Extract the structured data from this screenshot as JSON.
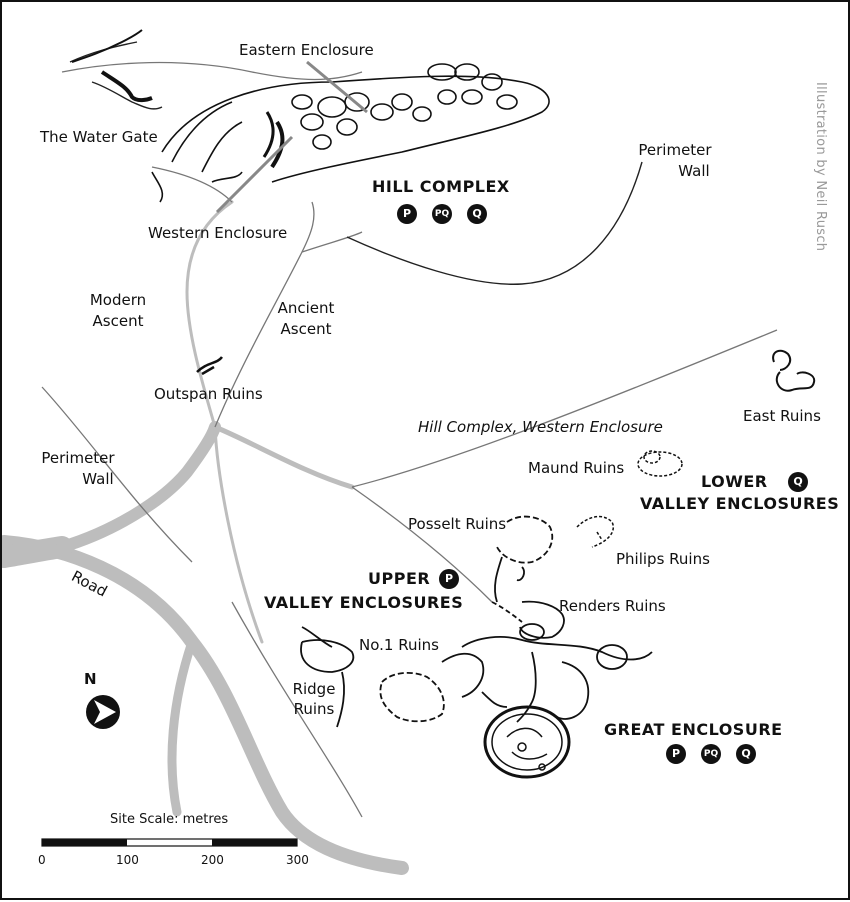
{
  "credit": "Illustration by Neil Rusch",
  "labels": {
    "eastern_enclosure": "Eastern Enclosure",
    "water_gate": "The Water Gate",
    "western_enclosure": "Western Enclosure",
    "hill_complex": "HILL COMPLEX",
    "perimeter_wall_ne_1": "Perimeter",
    "perimeter_wall_ne_2": "Wall",
    "modern_ascent_1": "Modern",
    "modern_ascent_2": "Ascent",
    "ancient_ascent_1": "Ancient",
    "ancient_ascent_2": "Ascent",
    "outspan_ruins": "Outspan Ruins",
    "perimeter_wall_w_1": "Perimeter",
    "perimeter_wall_w_2": "Wall",
    "hill_complex_western": "Hill Complex, Western Enclosure",
    "east_ruins": "East Ruins",
    "maund_ruins": "Maund Ruins",
    "lower_valley_1": "LOWER",
    "lower_valley_2": "VALLEY ENCLOSURES",
    "posselt_ruins": "Posselt Ruins",
    "philips_ruins": "Philips Ruins",
    "road": "Road",
    "upper_valley_1": "UPPER",
    "upper_valley_2": "VALLEY ENCLOSURES",
    "renders_ruins": "Renders Ruins",
    "no1_ruins": "No.1 Ruins",
    "ridge_ruins_1": "Ridge",
    "ridge_ruins_2": "Ruins",
    "great_enclosure": "GREAT ENCLOSURE"
  },
  "badges": {
    "hill_complex": [
      "P",
      "PQ",
      "Q"
    ],
    "lower_valley": [
      "Q"
    ],
    "upper_valley": [
      "P"
    ],
    "great_enclosure": [
      "P",
      "PQ",
      "Q"
    ]
  },
  "compass": {
    "label": "N"
  },
  "scale": {
    "title": "Site Scale: metres",
    "ticks": [
      "0",
      "100",
      "200",
      "300"
    ]
  },
  "colors": {
    "ink": "#111111",
    "road": "#bdbdbd",
    "credit": "#999999"
  }
}
